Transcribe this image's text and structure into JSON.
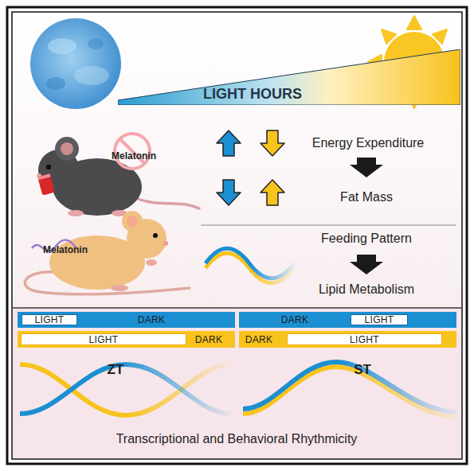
{
  "diagram": {
    "nodes": [
      {
        "text": [
          "LIGHT HOURS"
        ]
      },
      {
        "text": [
          "DARK"
        ]
      },
      {
        "text": [
          "LIGHT"
        ],
        "in": 1
      },
      {
        "text": [
          "DARK"
        ]
      },
      {
        "text": [
          "LIGHT"
        ],
        "in": 3
      },
      {
        "text": [
          "DARK"
        ]
      },
      {
        "text": [
          "LIGHT"
        ],
        "in": 5
      },
      {
        "text": [
          "DARK"
        ]
      },
      {
        "text": [
          "LIGHT"
        ],
        "in": 7
      }
    ],
    "labels": [
      "Melatonin",
      "Melatonin",
      "Energy Expenditure",
      "Fat Mass",
      "Feeding Pattern",
      "Lipid Metabolism",
      "ZT",
      "ST",
      "Transcriptional and Behavioral Rhythmicity"
    ]
  }
}
